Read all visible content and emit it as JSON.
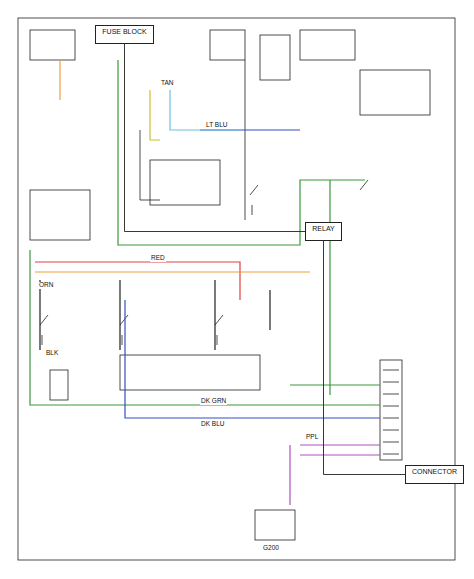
{
  "diagram": {
    "nodes": [
      {
        "text": [
          "FUSE BLOCK"
        ]
      },
      {
        "text": [
          "RELAY"
        ]
      },
      {
        "text": [
          "CONNECTOR"
        ]
      }
    ],
    "edges": [
      {
        "from": 0,
        "to": 1,
        "arrow": "none"
      },
      {
        "from": 1,
        "to": 2,
        "arrow": "none"
      }
    ],
    "labels": [
      "ORN",
      "RED",
      "DK GRN",
      "DK BLU",
      "PPL",
      "BLK",
      "LT BLU",
      "TAN",
      "G200"
    ]
  }
}
